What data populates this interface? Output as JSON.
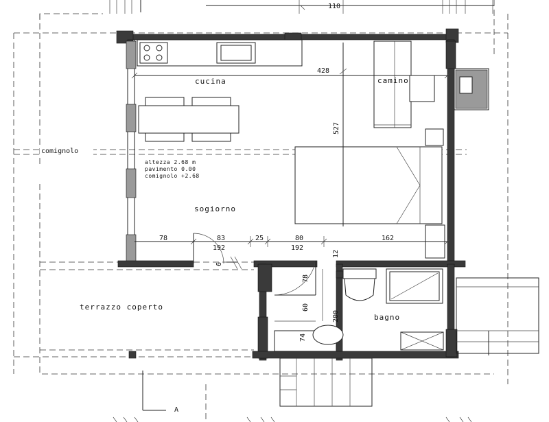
{
  "rooms": {
    "cucina": "cucina",
    "camino": "camino",
    "sogiorno": "sogiorno",
    "terrazzo": "terrazzo coperto",
    "bagno": "bagno"
  },
  "labels": {
    "comignolo": "comignolo",
    "section_marker": "A"
  },
  "notes": {
    "altezza": "altezza 2.68 m",
    "pavimento": "pavimento 0.00",
    "comignolo_level": "comignolo +2.68"
  },
  "dimensions": {
    "top_overall": "110",
    "interior_width": "428",
    "interior_height": "527",
    "left_segment": "78",
    "door_1": "83",
    "span_1": "192",
    "wall_gap": "25",
    "door_2": "80",
    "span_2": "192",
    "right_segment": "162",
    "wall_thickness_small": "6",
    "wall_thickness_mid": "12",
    "hall_78": "78",
    "hall_60": "60",
    "hall_74": "74",
    "bath_200": "200"
  }
}
